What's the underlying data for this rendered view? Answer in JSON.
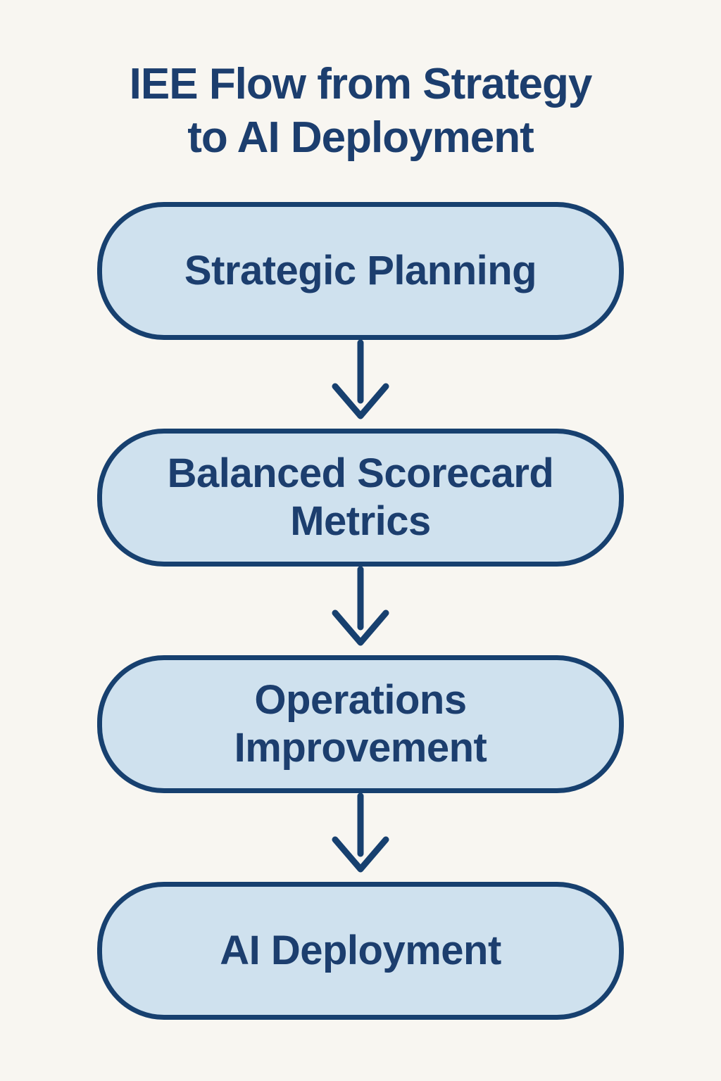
{
  "title": {
    "full": "IEE Flow from Strategy to AI Deployment",
    "lines": [
      "IEE Flow from Strategy",
      "to AI Deployment"
    ]
  },
  "flow": {
    "steps": [
      {
        "label": "Strategic Planning",
        "lines": [
          "Strategic Planning"
        ]
      },
      {
        "label": "Balanced Scorecard Metrics",
        "lines": [
          "Balanced Scorecard",
          "Metrics"
        ]
      },
      {
        "label": "Operations Improvement",
        "lines": [
          "Operations",
          "Improvement"
        ]
      },
      {
        "label": "AI Deployment",
        "lines": [
          "AI Deployment"
        ]
      }
    ]
  },
  "colors": {
    "background": "#f8f6f1",
    "box_fill": "#cfe1ee",
    "box_border": "#17406f",
    "text": "#1c3e6e",
    "arrow": "#17406f"
  }
}
